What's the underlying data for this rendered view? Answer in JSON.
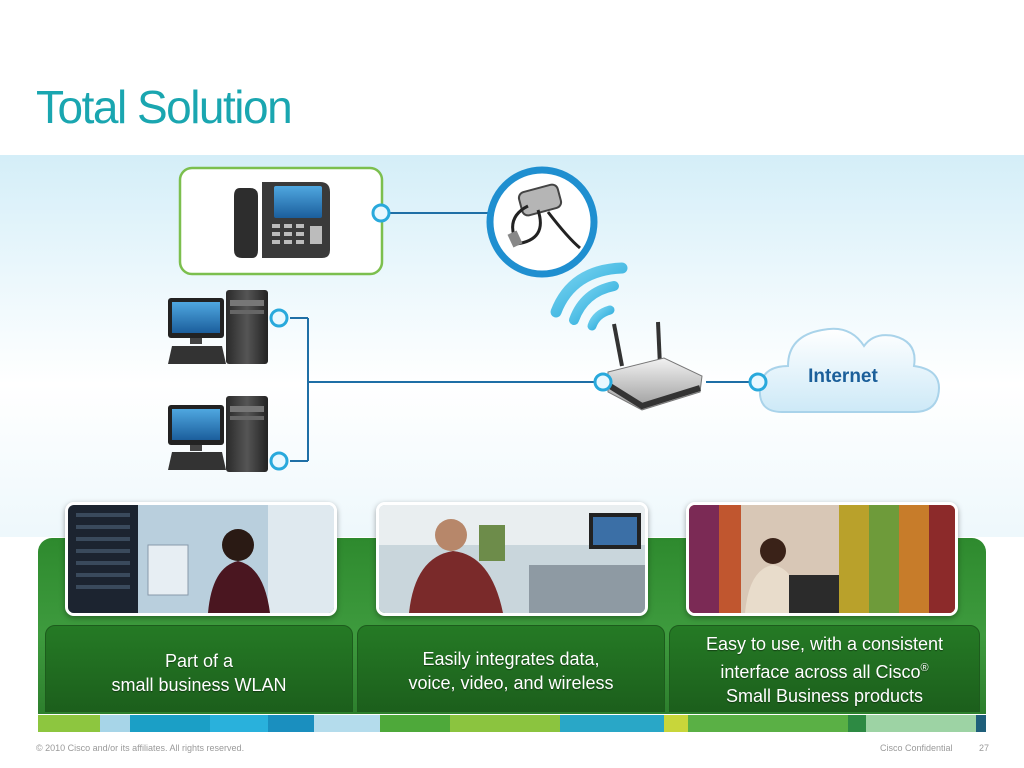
{
  "slide": {
    "title": "Total Solution",
    "copyright": "© 2010 Cisco and/or its affiliates. All rights reserved.",
    "confidential": "Cisco Confidential",
    "page_number": "27"
  },
  "diagram": {
    "cloud_label": "Internet",
    "nodes": [
      "ip-phone",
      "usb-wireless-adapter",
      "desktop-computer",
      "desktop-computer",
      "wireless-router",
      "internet-cloud"
    ]
  },
  "features": [
    {
      "line1": "Part of a",
      "line2": "small business WLAN"
    },
    {
      "line1": "Easily integrates data,",
      "line2": "voice, video, and wireless"
    },
    {
      "line1": "Easy to use, with a consistent",
      "line2": "interface across all Cisco",
      "line2_sup": "®",
      "line3": "Small Business products"
    }
  ],
  "colors": {
    "title": "#1aa6b0",
    "link_line": "#1f6fa6",
    "phone_box_border": "#7cbf4e",
    "panel_green": "#2e8a2e"
  }
}
